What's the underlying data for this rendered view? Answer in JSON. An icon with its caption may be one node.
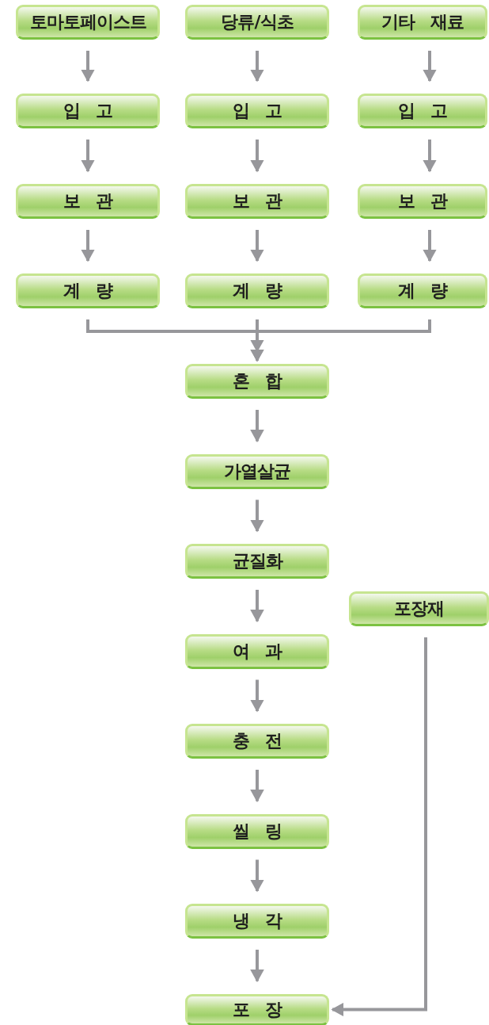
{
  "diagram": {
    "nodes": [
      {
        "text": [
          "토마토페이스트"
        ]
      },
      {
        "text": [
          "당류/식초"
        ]
      },
      {
        "text": [
          "기타 재료"
        ]
      },
      {
        "text": [
          "입 고"
        ]
      },
      {
        "text": [
          "입 고"
        ]
      },
      {
        "text": [
          "입 고"
        ]
      },
      {
        "text": [
          "보 관"
        ]
      },
      {
        "text": [
          "보 관"
        ]
      },
      {
        "text": [
          "보 관"
        ]
      },
      {
        "text": [
          "계 량"
        ]
      },
      {
        "text": [
          "계 량"
        ]
      },
      {
        "text": [
          "계 량"
        ]
      },
      {
        "text": [
          "혼 합"
        ]
      },
      {
        "text": [
          "가열살균"
        ]
      },
      {
        "text": [
          "균질화"
        ]
      },
      {
        "text": [
          "여 과"
        ]
      },
      {
        "text": [
          "충 전"
        ]
      },
      {
        "text": [
          "씰 링"
        ]
      },
      {
        "text": [
          "냉 각"
        ]
      },
      {
        "text": [
          "포 장"
        ]
      },
      {
        "text": [
          "포장재"
        ]
      }
    ],
    "edges": [
      {
        "from": 0,
        "to": 3,
        "arrow": "to"
      },
      {
        "from": 1,
        "to": 4,
        "arrow": "to"
      },
      {
        "from": 2,
        "to": 5,
        "arrow": "to"
      },
      {
        "from": 3,
        "to": 6,
        "arrow": "to"
      },
      {
        "from": 4,
        "to": 7,
        "arrow": "to"
      },
      {
        "from": 5,
        "to": 8,
        "arrow": "to"
      },
      {
        "from": 6,
        "to": 9,
        "arrow": "to"
      },
      {
        "from": 7,
        "to": 10,
        "arrow": "to"
      },
      {
        "from": 8,
        "to": 11,
        "arrow": "to"
      },
      {
        "from": 9,
        "to": 12,
        "arrow": "to"
      },
      {
        "from": 10,
        "to": 12,
        "arrow": "to"
      },
      {
        "from": 11,
        "to": 12,
        "arrow": "to"
      },
      {
        "from": 12,
        "to": 13,
        "arrow": "to"
      },
      {
        "from": 13,
        "to": 14,
        "arrow": "to"
      },
      {
        "from": 14,
        "to": 15,
        "arrow": "to"
      },
      {
        "from": 15,
        "to": 16,
        "arrow": "to"
      },
      {
        "from": 16,
        "to": 17,
        "arrow": "to"
      },
      {
        "from": 17,
        "to": 18,
        "arrow": "to"
      },
      {
        "from": 18,
        "to": 19,
        "arrow": "to"
      },
      {
        "from": 20,
        "to": 19,
        "arrow": "to"
      }
    ]
  }
}
